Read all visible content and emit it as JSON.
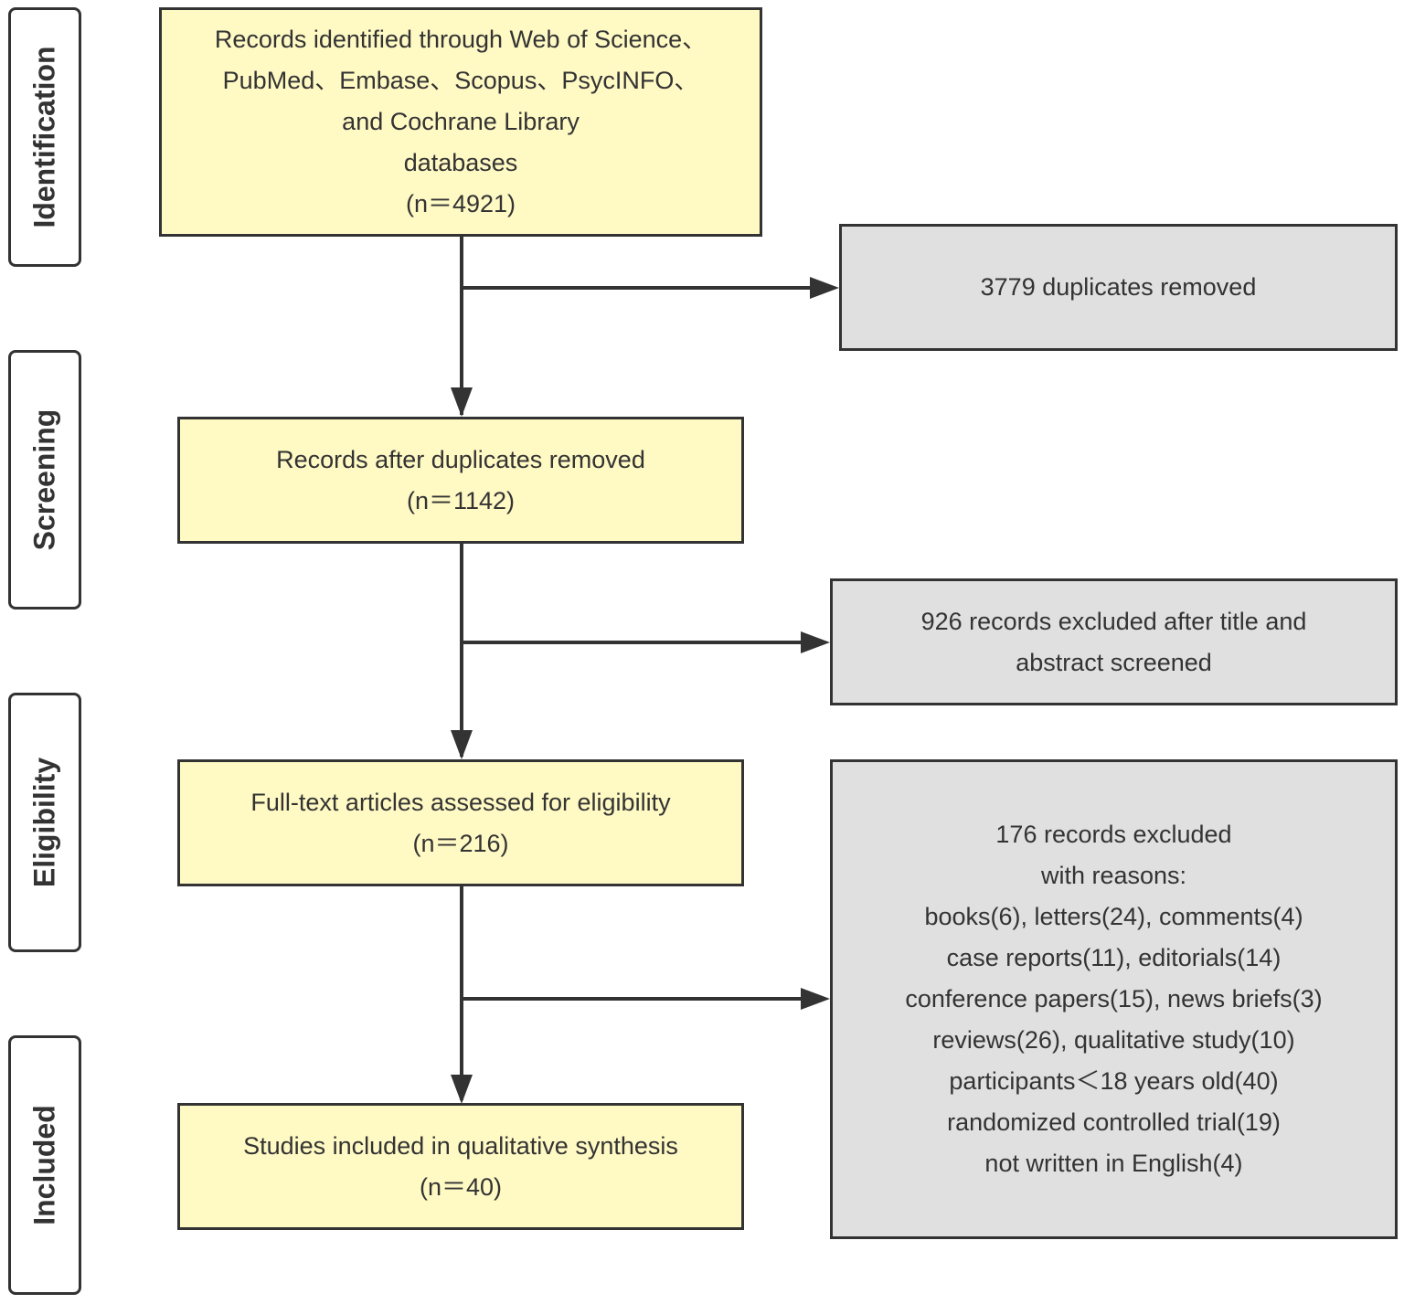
{
  "stages": {
    "identification": "Identification",
    "screening": "Screening",
    "eligibility": "Eligibility",
    "included": "Included"
  },
  "main_boxes": {
    "identified": {
      "lines": [
        "Records identified through Web of Science、",
        "PubMed、Embase、Scopus、PsycINFO、",
        "and Cochrane Library",
        "databases",
        "(n＝4921)"
      ]
    },
    "after_duplicates": {
      "lines": [
        "Records after duplicates removed",
        "(n＝1142)"
      ]
    },
    "full_text": {
      "lines": [
        "Full-text articles assessed for eligibility",
        "(n＝216)"
      ]
    },
    "included": {
      "lines": [
        "Studies included in qualitative synthesis",
        "(n＝40)"
      ]
    }
  },
  "side_boxes": {
    "duplicates": {
      "lines": [
        "3779 duplicates removed"
      ]
    },
    "title_abstract": {
      "lines": [
        "926 records excluded after title and",
        "abstract screened"
      ]
    },
    "fulltext_excluded": {
      "lines": [
        "176 records excluded",
        "with reasons:",
        "books(6), letters(24), comments(4)",
        "case reports(11), editorials(14)",
        "conference papers(15), news briefs(3)",
        "reviews(26), qualitative study(10)",
        "participants＜18 years old(40)",
        "randomized controlled trial(19)",
        "not written in English(4)"
      ]
    }
  },
  "colors": {
    "main_fill": "#fff9c4",
    "side_fill": "#e0e0e0",
    "stroke": "#333333"
  }
}
